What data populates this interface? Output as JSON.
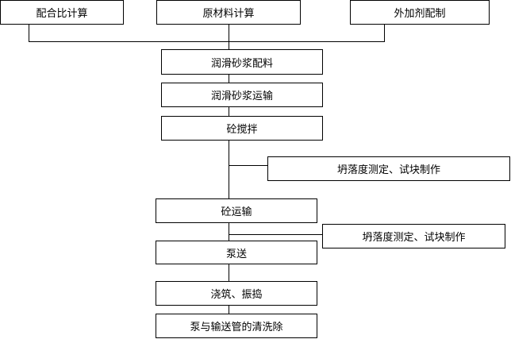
{
  "top_inputs": [
    {
      "label": "配合比计算"
    },
    {
      "label": "原材料计算"
    },
    {
      "label": "外加剂配制"
    }
  ],
  "steps": [
    {
      "label": "润滑砂浆配料"
    },
    {
      "label": "润滑砂浆运输"
    },
    {
      "label": "砼搅拌"
    },
    {
      "label": "砼运输"
    },
    {
      "label": "泵送"
    },
    {
      "label": "浇筑、振捣"
    },
    {
      "label": "泵与输送管的清洗除"
    }
  ],
  "side_checks": [
    {
      "label": "坍落度测定、试块制作"
    },
    {
      "label": "坍落度测定、试块制作"
    }
  ]
}
